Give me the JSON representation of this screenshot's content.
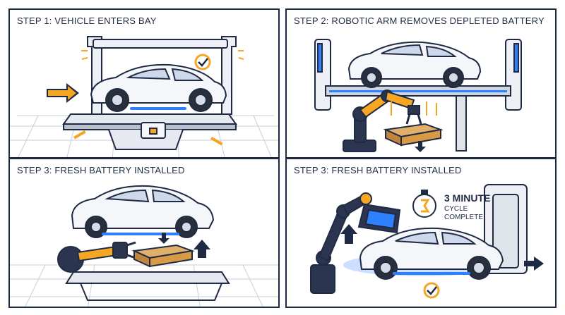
{
  "panels": [
    {
      "title": "STEP 1: VEHICLE ENTERS BAY"
    },
    {
      "title": "STEP 2: ROBOTIC ARM REMOVES DEPLETED BATTERY"
    },
    {
      "title": "STEP 3: FRESH BATTERY INSTALLED"
    },
    {
      "title": "STEP 3: FRESH BATTERY INSTALLED",
      "timer_value": "3 MINUTE",
      "timer_label_1": "CYCLE",
      "timer_label_2": "COMPLETE"
    }
  ],
  "colors": {
    "outline": "#1f2a44",
    "accent": "#f5a623",
    "glow": "#2f80ff",
    "car": "#f4f6fa",
    "battery": "#d99a44",
    "robot": "#2c3550"
  },
  "icons": [
    "right-arrow-icon",
    "check-badge-icon",
    "down-arrow-icon",
    "up-arrow-icon",
    "stopwatch-icon"
  ]
}
